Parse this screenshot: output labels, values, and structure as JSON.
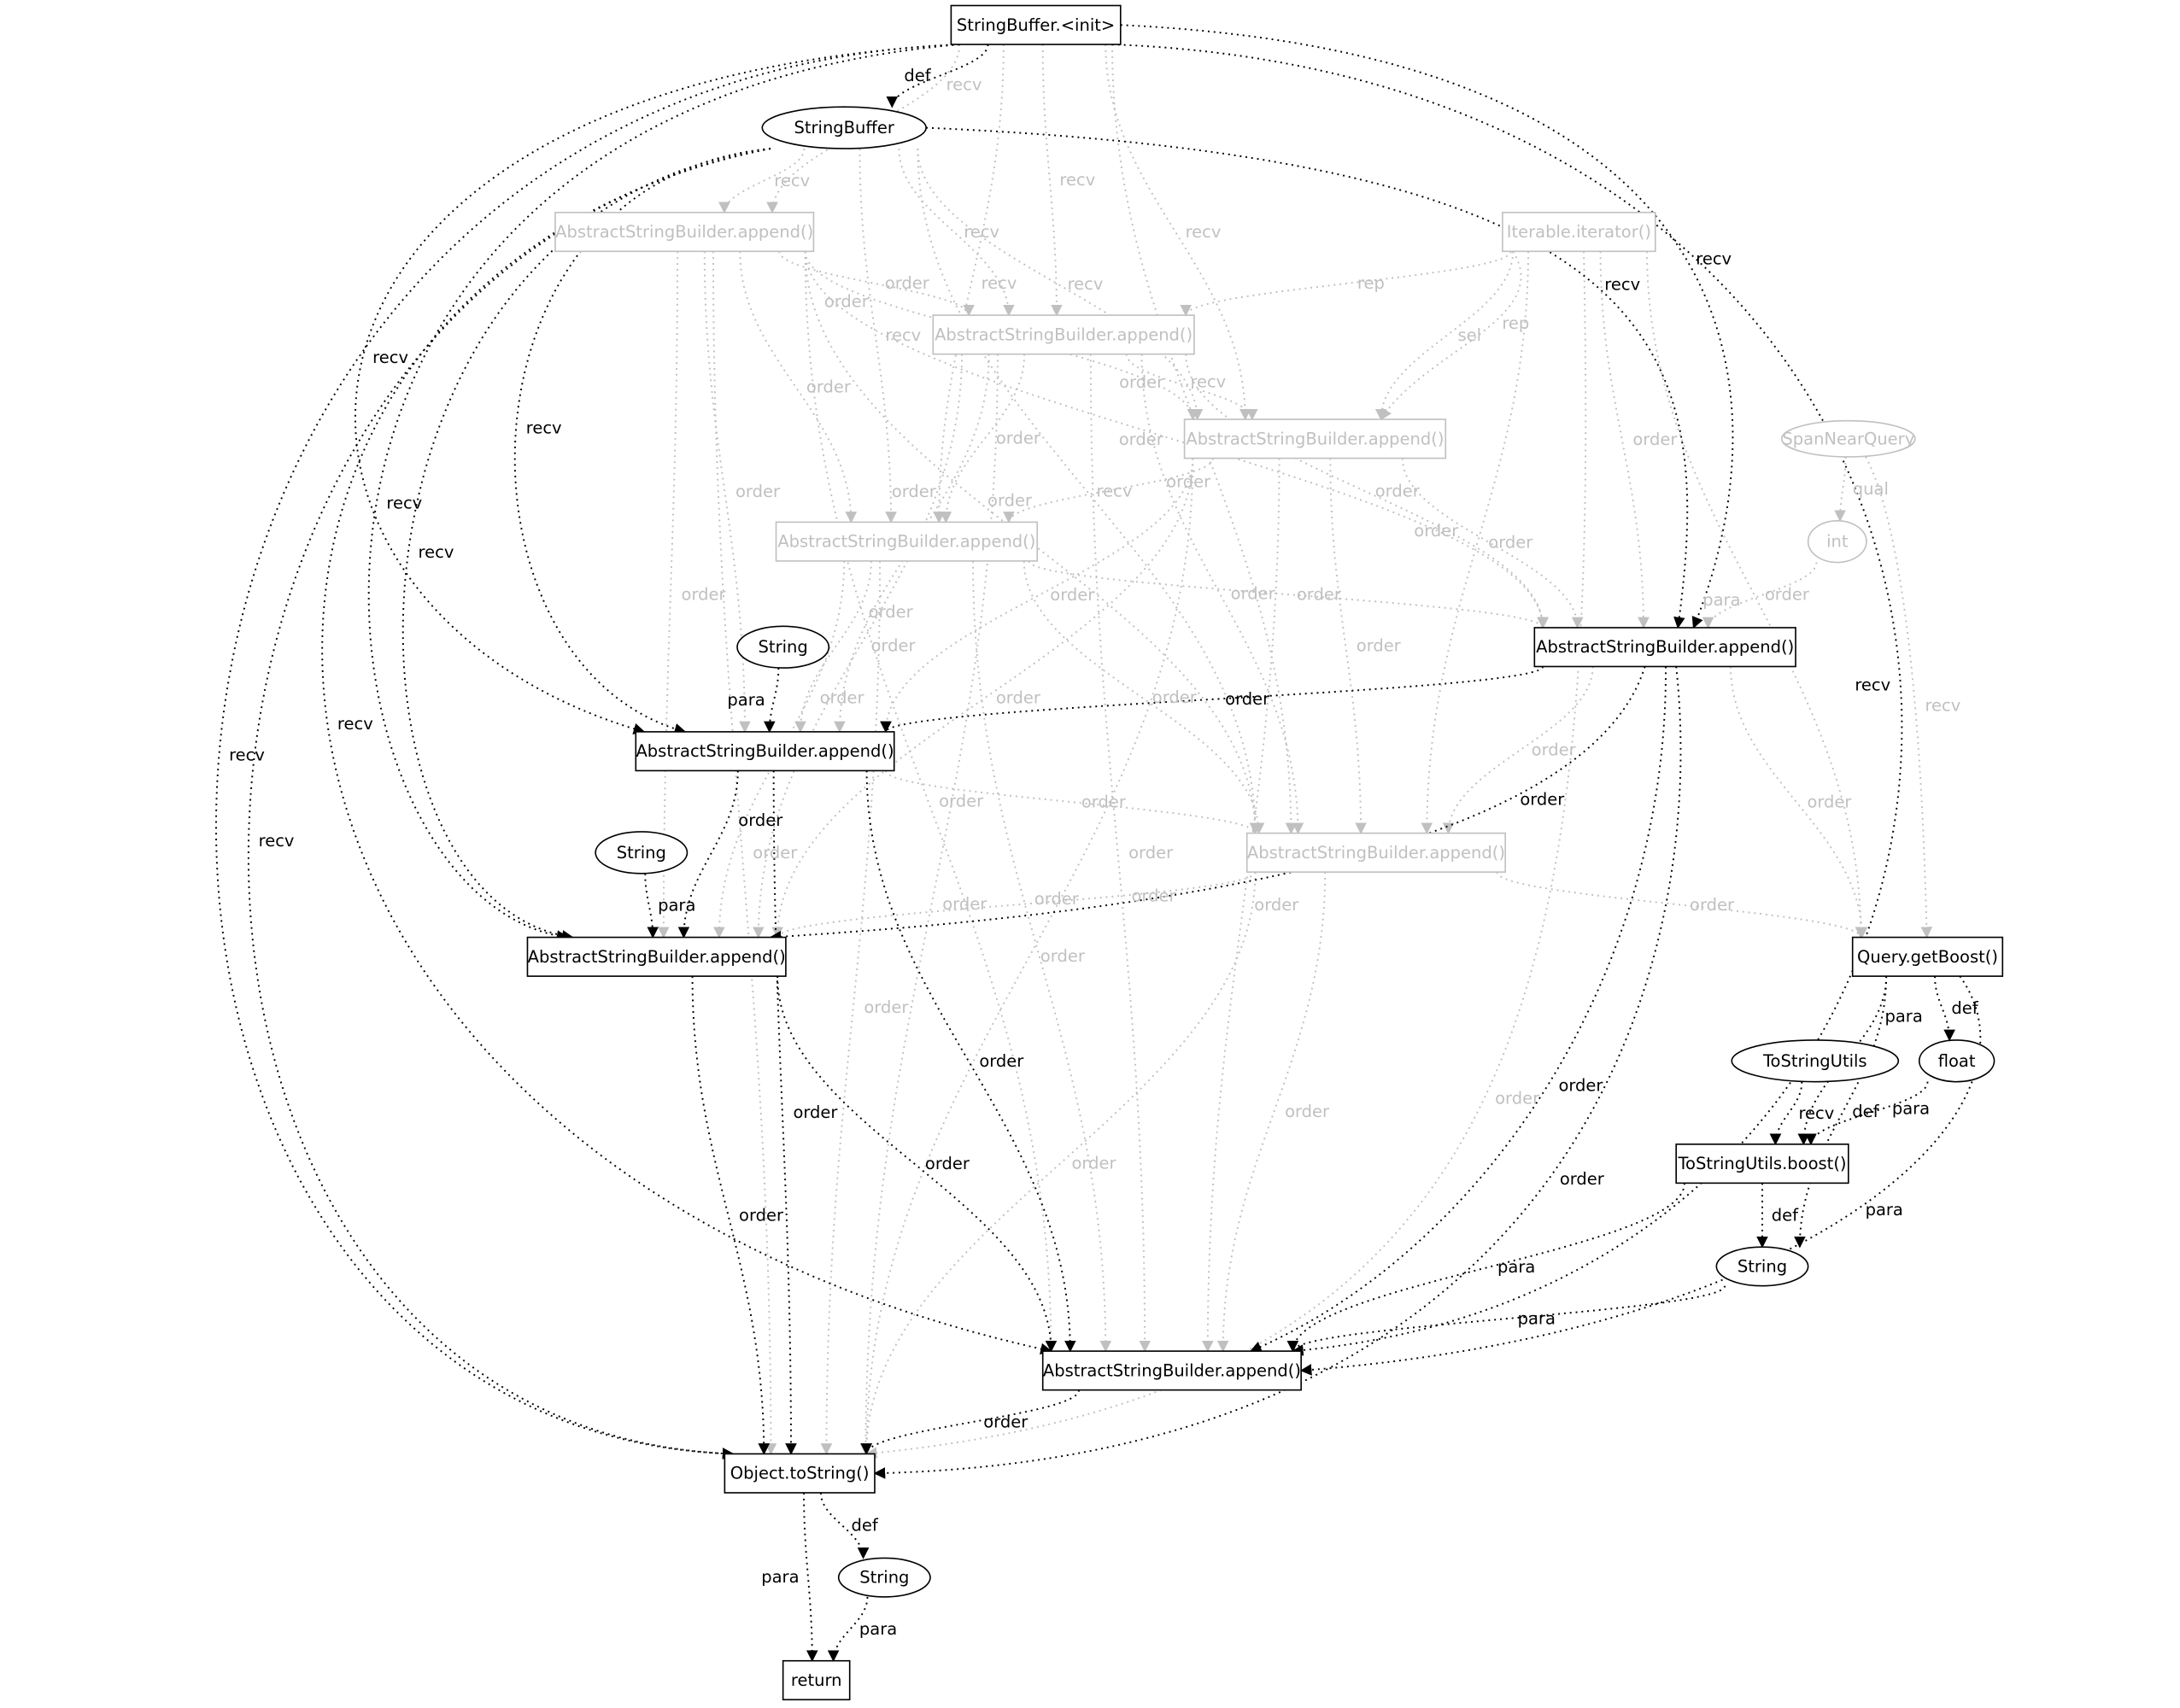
{
  "colors": {
    "active": "#000000",
    "muted": "#c0c0c0",
    "background": "#ffffff"
  },
  "nodes": [
    {
      "id": "n0",
      "label": "StringBuffer.<init>",
      "shape": "box",
      "muted": false
    },
    {
      "id": "n1",
      "label": "StringBuffer",
      "shape": "ellipse",
      "muted": false
    },
    {
      "id": "n2",
      "label": "AbstractStringBuilder.append()",
      "shape": "box",
      "muted": true
    },
    {
      "id": "n3",
      "label": "Iterable.iterator()",
      "shape": "box",
      "muted": true
    },
    {
      "id": "n4",
      "label": "AbstractStringBuilder.append()",
      "shape": "box",
      "muted": true
    },
    {
      "id": "n5",
      "label": "AbstractStringBuilder.append()",
      "shape": "box",
      "muted": true
    },
    {
      "id": "n6",
      "label": "SpanNearQuery",
      "shape": "ellipse",
      "muted": true
    },
    {
      "id": "n7",
      "label": "int",
      "shape": "ellipse",
      "muted": true
    },
    {
      "id": "n8",
      "label": "AbstractStringBuilder.append()",
      "shape": "box",
      "muted": true
    },
    {
      "id": "n9",
      "label": "AbstractStringBuilder.append()",
      "shape": "box",
      "muted": false
    },
    {
      "id": "n10",
      "label": "String",
      "shape": "ellipse",
      "muted": false
    },
    {
      "id": "n11",
      "label": "AbstractStringBuilder.append()",
      "shape": "box",
      "muted": false
    },
    {
      "id": "n12",
      "label": "String",
      "shape": "ellipse",
      "muted": false
    },
    {
      "id": "n13",
      "label": "AbstractStringBuilder.append()",
      "shape": "box",
      "muted": true
    },
    {
      "id": "n14",
      "label": "AbstractStringBuilder.append()",
      "shape": "box",
      "muted": false
    },
    {
      "id": "n15",
      "label": "Query.getBoost()",
      "shape": "box",
      "muted": false
    },
    {
      "id": "n16",
      "label": "ToStringUtils",
      "shape": "ellipse",
      "muted": false
    },
    {
      "id": "n17",
      "label": "float",
      "shape": "ellipse",
      "muted": false
    },
    {
      "id": "n18",
      "label": "ToStringUtils.boost()",
      "shape": "box",
      "muted": false
    },
    {
      "id": "n19",
      "label": "String",
      "shape": "ellipse",
      "muted": false
    },
    {
      "id": "n20",
      "label": "AbstractStringBuilder.append()",
      "shape": "box",
      "muted": false
    },
    {
      "id": "n21",
      "label": "Object.toString()",
      "shape": "box",
      "muted": false
    },
    {
      "id": "n22",
      "label": "String",
      "shape": "ellipse",
      "muted": false
    },
    {
      "id": "n23",
      "label": "return",
      "shape": "box",
      "muted": false
    }
  ],
  "edges": [
    {
      "from": "n0",
      "to": "n2",
      "label": "recv",
      "muted": true
    },
    {
      "from": "n0",
      "to": "n4",
      "label": "recv",
      "muted": true
    },
    {
      "from": "n0",
      "to": "n5",
      "label": "recv",
      "muted": true
    },
    {
      "from": "n0",
      "to": "n8",
      "label": "recv",
      "muted": true
    },
    {
      "from": "n0",
      "to": "n13",
      "label": "recv",
      "muted": true
    },
    {
      "from": "n1",
      "to": "n2",
      "label": "recv",
      "muted": true
    },
    {
      "from": "n1",
      "to": "n4",
      "label": "recv",
      "muted": true
    },
    {
      "from": "n1",
      "to": "n5",
      "label": "recv",
      "muted": true
    },
    {
      "from": "n1",
      "to": "n8",
      "label": "recv",
      "muted": true
    },
    {
      "from": "n1",
      "to": "n13",
      "label": "recv",
      "muted": true
    },
    {
      "from": "n2",
      "to": "n4",
      "label": "order",
      "muted": true
    },
    {
      "from": "n2",
      "to": "n5",
      "label": "order",
      "muted": true
    },
    {
      "from": "n2",
      "to": "n8",
      "label": "order",
      "muted": true
    },
    {
      "from": "n2",
      "to": "n9",
      "label": "order",
      "muted": true
    },
    {
      "from": "n2",
      "to": "n11",
      "label": "order",
      "muted": true
    },
    {
      "from": "n2",
      "to": "n13",
      "label": "order",
      "muted": true
    },
    {
      "from": "n2",
      "to": "n14",
      "label": "order",
      "muted": true
    },
    {
      "from": "n2",
      "to": "n20",
      "label": "order",
      "muted": true
    },
    {
      "from": "n2",
      "to": "n21",
      "label": "order",
      "muted": true
    },
    {
      "from": "n3",
      "to": "n4",
      "label": "rep",
      "muted": true
    },
    {
      "from": "n3",
      "to": "n5",
      "label": "sel",
      "muted": true
    },
    {
      "from": "n3",
      "to": "n5",
      "label": "rep",
      "muted": true
    },
    {
      "from": "n3",
      "to": "n9",
      "label": "order",
      "muted": true
    },
    {
      "from": "n3",
      "to": "n13",
      "label": "order",
      "muted": true
    },
    {
      "from": "n3",
      "to": "n15",
      "label": "order",
      "muted": true
    },
    {
      "from": "n3",
      "to": "n21",
      "label": "order",
      "muted": true
    },
    {
      "from": "n4",
      "to": "n5",
      "label": "order",
      "muted": true
    },
    {
      "from": "n4",
      "to": "n8",
      "label": "order",
      "muted": true
    },
    {
      "from": "n4",
      "to": "n9",
      "label": "order",
      "muted": true
    },
    {
      "from": "n4",
      "to": "n11",
      "label": "order",
      "muted": true
    },
    {
      "from": "n4",
      "to": "n13",
      "label": "order",
      "muted": true
    },
    {
      "from": "n4",
      "to": "n14",
      "label": "order",
      "muted": true
    },
    {
      "from": "n4",
      "to": "n20",
      "label": "order",
      "muted": true
    },
    {
      "from": "n4",
      "to": "n21",
      "label": "order",
      "muted": true
    },
    {
      "from": "n5",
      "to": "n8",
      "label": "order",
      "muted": true
    },
    {
      "from": "n5",
      "to": "n9",
      "label": "order",
      "muted": true
    },
    {
      "from": "n5",
      "to": "n11",
      "label": "order",
      "muted": true
    },
    {
      "from": "n5",
      "to": "n13",
      "label": "order",
      "muted": true
    },
    {
      "from": "n5",
      "to": "n14",
      "label": "order",
      "muted": true
    },
    {
      "from": "n5",
      "to": "n20",
      "label": "order",
      "muted": true
    },
    {
      "from": "n5",
      "to": "n21",
      "label": "order",
      "muted": true
    },
    {
      "from": "n6",
      "to": "n7",
      "label": "qual",
      "muted": true
    },
    {
      "from": "n6",
      "to": "n15",
      "label": "recv",
      "muted": true
    },
    {
      "from": "n7",
      "to": "n9",
      "label": "para",
      "muted": true
    },
    {
      "from": "n8",
      "to": "n9",
      "label": "order",
      "muted": true
    },
    {
      "from": "n8",
      "to": "n11",
      "label": "order",
      "muted": true
    },
    {
      "from": "n8",
      "to": "n13",
      "label": "order",
      "muted": true
    },
    {
      "from": "n8",
      "to": "n14",
      "label": "order",
      "muted": true
    },
    {
      "from": "n8",
      "to": "n20",
      "label": "order",
      "muted": true
    },
    {
      "from": "n8",
      "to": "n21",
      "label": "order",
      "muted": true
    },
    {
      "from": "n9",
      "to": "n13",
      "label": "order",
      "muted": true
    },
    {
      "from": "n9",
      "to": "n15",
      "label": "order",
      "muted": true
    },
    {
      "from": "n11",
      "to": "n13",
      "label": "order",
      "muted": true
    },
    {
      "from": "n13",
      "to": "n14",
      "label": "order",
      "muted": true
    },
    {
      "from": "n13",
      "to": "n15",
      "label": "order",
      "muted": true
    },
    {
      "from": "n13",
      "to": "n20",
      "label": "order",
      "muted": true
    },
    {
      "from": "n13",
      "to": "n21",
      "label": "order",
      "muted": true
    },
    {
      "from": "n0",
      "to": "n1",
      "label": "def",
      "muted": false
    },
    {
      "from": "n0",
      "to": "n9",
      "label": "recv",
      "muted": false
    },
    {
      "from": "n0",
      "to": "n11",
      "label": "recv",
      "muted": false
    },
    {
      "from": "n0",
      "to": "n14",
      "label": "recv",
      "muted": false
    },
    {
      "from": "n0",
      "to": "n21",
      "label": "recv",
      "muted": false
    },
    {
      "from": "n0",
      "to": "n20",
      "label": "recv",
      "muted": false
    },
    {
      "from": "n1",
      "to": "n9",
      "label": "recv",
      "muted": false
    },
    {
      "from": "n1",
      "to": "n11",
      "label": "recv",
      "muted": false
    },
    {
      "from": "n1",
      "to": "n14",
      "label": "recv",
      "muted": false
    },
    {
      "from": "n1",
      "to": "n21",
      "label": "recv",
      "muted": false
    },
    {
      "from": "n1",
      "to": "n20",
      "label": "recv",
      "muted": false
    },
    {
      "from": "n9",
      "to": "n11",
      "label": "order",
      "muted": false
    },
    {
      "from": "n9",
      "to": "n14",
      "label": "order",
      "muted": false
    },
    {
      "from": "n9",
      "to": "n20",
      "label": "order",
      "muted": false
    },
    {
      "from": "n9",
      "to": "n21",
      "label": "order",
      "muted": false
    },
    {
      "from": "n10",
      "to": "n11",
      "label": "para",
      "muted": false
    },
    {
      "from": "n11",
      "to": "n14",
      "label": "order",
      "muted": false
    },
    {
      "from": "n11",
      "to": "n21",
      "label": "order",
      "muted": false
    },
    {
      "from": "n11",
      "to": "n20",
      "label": "order",
      "muted": false
    },
    {
      "from": "n12",
      "to": "n14",
      "label": "para",
      "muted": false
    },
    {
      "from": "n14",
      "to": "n21",
      "label": "order",
      "muted": false
    },
    {
      "from": "n14",
      "to": "n20",
      "label": "order",
      "muted": false
    },
    {
      "from": "n15",
      "to": "n17",
      "label": "def",
      "muted": false
    },
    {
      "from": "n15",
      "to": "n18",
      "label": "para",
      "muted": false
    },
    {
      "from": "n15",
      "to": "n19",
      "label": "def",
      "muted": false
    },
    {
      "from": "n15",
      "to": "n20",
      "label": "para",
      "muted": false
    },
    {
      "from": "n16",
      "to": "n18",
      "label": "recv",
      "muted": false
    },
    {
      "from": "n17",
      "to": "n18",
      "label": "para",
      "muted": false
    },
    {
      "from": "n18",
      "to": "n19",
      "label": "def",
      "muted": false
    },
    {
      "from": "n18",
      "to": "n20",
      "label": "para",
      "muted": false
    },
    {
      "from": "n19",
      "to": "n20",
      "label": "para",
      "muted": false
    },
    {
      "from": "n20",
      "to": "n21",
      "label": "order",
      "muted": false
    },
    {
      "from": "n21",
      "to": "n22",
      "label": "def",
      "muted": false
    },
    {
      "from": "n21",
      "to": "n23",
      "label": "para",
      "muted": false
    },
    {
      "from": "n22",
      "to": "n23",
      "label": "para",
      "muted": false
    }
  ]
}
